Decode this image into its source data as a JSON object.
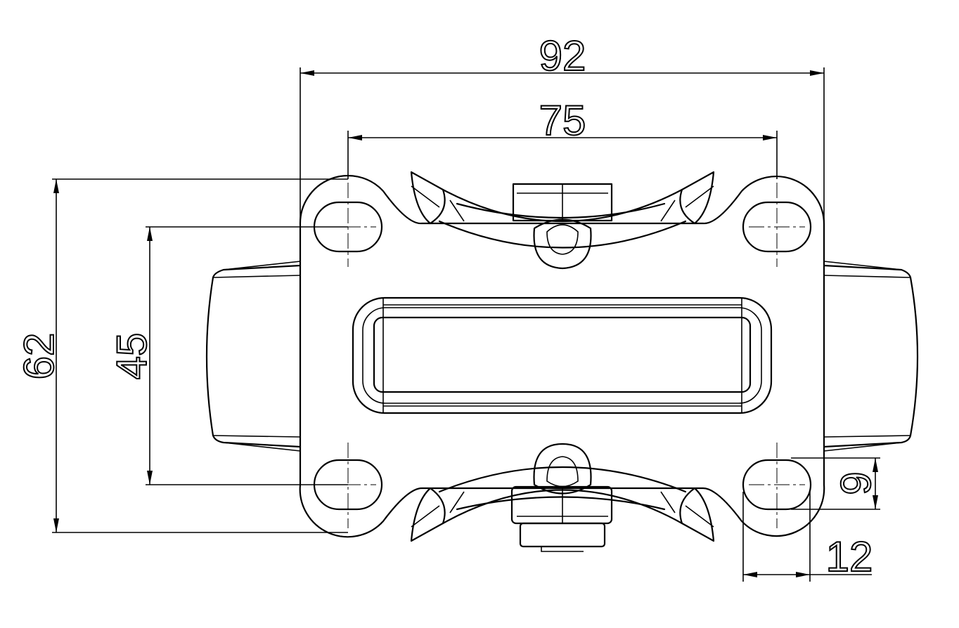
{
  "drawing": {
    "title": "Caster top plate dimensions",
    "dimensions": {
      "overall_width": "92",
      "hole_spacing_x": "75",
      "overall_height": "62",
      "hole_spacing_y": "45",
      "slot_height": "9",
      "slot_width": "12"
    },
    "line_color": "#000000",
    "background": "#ffffff"
  }
}
